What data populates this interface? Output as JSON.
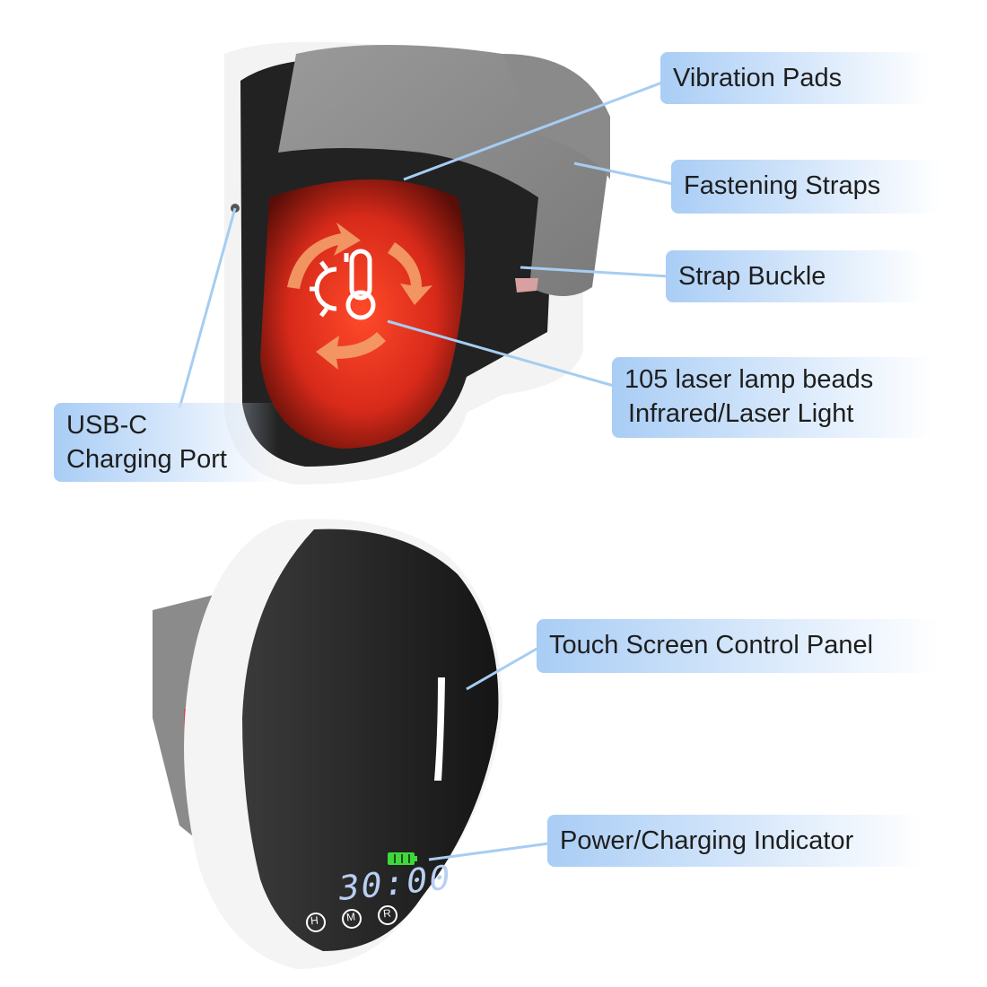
{
  "labels": {
    "vibration_pads": "Vibration Pads",
    "fastening_straps": "Fastening Straps",
    "strap_buckle": "Strap Buckle",
    "laser_beads_line1": "105 laser lamp beads",
    "laser_beads_line2": "Infrared/Laser Light",
    "usb_c_line1": "USB-C",
    "usb_c_line2": "Charging Port",
    "touch_panel": "Touch Screen Control Panel",
    "power_indicator": "Power/Charging Indicator"
  },
  "display": {
    "timer": "30:00",
    "buttons": [
      "H",
      "M",
      "R"
    ]
  },
  "colors": {
    "label_bg": "#a9cdf5",
    "leader_line": "#a6cdf2",
    "device_black": "#2a2a2a",
    "device_white": "#f4f4f4",
    "strap_gray": "#8e8e8e",
    "laser_red": "#e8321e",
    "battery_green": "#3fd83a"
  }
}
